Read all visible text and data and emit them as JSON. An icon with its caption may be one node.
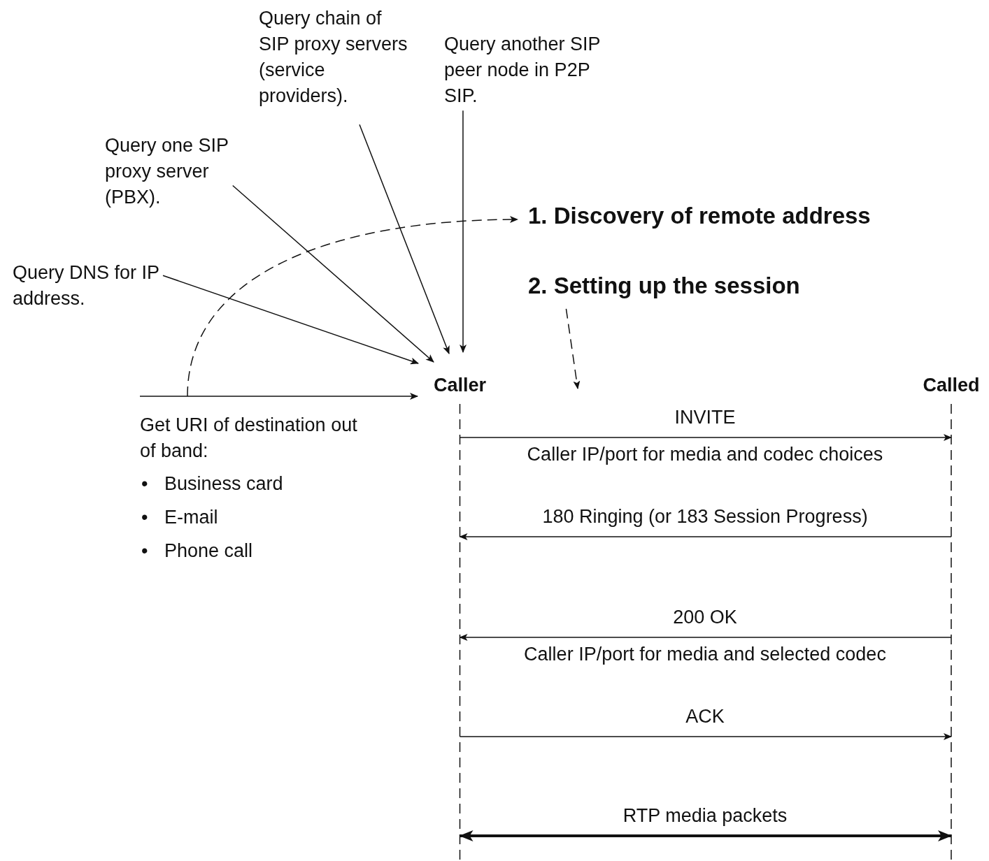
{
  "diagram": {
    "nodes": [
      {
        "text": [
          "Query chain of SIP proxy servers (service providers)."
        ]
      },
      {
        "text": [
          "Query another SIP peer node in P2P SIP."
        ]
      },
      {
        "text": [
          "Query one SIP proxy server (PBX)."
        ]
      },
      {
        "text": [
          "1. Discovery of remote address"
        ]
      },
      {
        "text": [
          "Query DNS for IP address."
        ]
      },
      {
        "text": [
          "2. Setting up the session"
        ]
      },
      {
        "text": [
          "Caller"
        ]
      },
      {
        "text": [
          "Called"
        ]
      }
    ],
    "edges": [
      {
        "from": 4,
        "to": 6,
        "arrow": "to"
      },
      {
        "from": 2,
        "to": 6,
        "arrow": "to"
      },
      {
        "from": 0,
        "to": 6,
        "arrow": "to"
      },
      {
        "from": 1,
        "to": 6,
        "arrow": "to"
      },
      {
        "from": null,
        "to": 6,
        "arrow": "to"
      },
      {
        "from": null,
        "to": 3,
        "arrow": "to",
        "style": "dashed"
      },
      {
        "from": 5,
        "to": null,
        "arrow": "to",
        "style": "dashed"
      },
      {
        "from": 6,
        "to": 7,
        "arrow": "to",
        "label": "INVITE"
      },
      {
        "from": 7,
        "to": 6,
        "arrow": "to",
        "label": "180 Ringing (or 183 Session Progress)"
      },
      {
        "from": 7,
        "to": 6,
        "arrow": "to",
        "label": "200 OK"
      },
      {
        "from": 6,
        "to": 7,
        "arrow": "to",
        "label": "ACK"
      },
      {
        "from": 6,
        "to": 7,
        "arrow": "both",
        "label": "RTP media packets",
        "style": "thick"
      }
    ],
    "labels": [
      "Caller IP/port for media and codec choices",
      "Caller IP/port for media and selected codec",
      "Get URI of destination out of band:",
      "•",
      "Business card",
      "•",
      "E-mail",
      "•",
      "Phone call"
    ]
  }
}
